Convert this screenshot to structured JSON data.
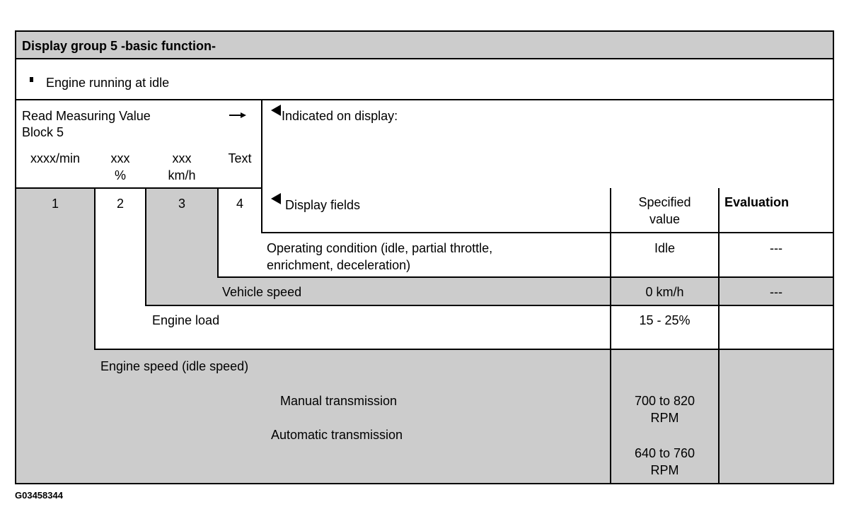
{
  "header": {
    "title": "Display group 5 -basic function-"
  },
  "condition": {
    "text": "Engine running at idle"
  },
  "measuring": {
    "title_line1": "Read Measuring Value",
    "title_line2": "Block 5",
    "arrow": "arrow-right-icon",
    "columns": [
      {
        "unit_line1": "xxxx/min",
        "unit_line2": "",
        "number": "1"
      },
      {
        "unit_line1": "xxx",
        "unit_line2": "%",
        "number": "2"
      },
      {
        "unit_line1": "xxx",
        "unit_line2": "km/h",
        "number": "3"
      },
      {
        "unit_line1": "Text",
        "unit_line2": "",
        "number": "4"
      }
    ]
  },
  "display": {
    "indicated_label": "Indicated on display:",
    "fields_label": "Display fields",
    "specified_line1": "Specified",
    "specified_line2": "value",
    "evaluation_label": "Evaluation"
  },
  "rows": [
    {
      "field_line1": "Operating condition (idle, partial throttle,",
      "field_line2": "enrichment, deceleration)",
      "specified": "Idle",
      "evaluation": "---"
    },
    {
      "field": "Vehicle speed",
      "specified": "0 km/h",
      "evaluation": "---"
    },
    {
      "field": "Engine load",
      "specified": "15 - 25%",
      "evaluation": ""
    },
    {
      "field": "Engine speed (idle speed)",
      "sub1": "Manual transmission",
      "sub2": "Automatic transmission",
      "spec1_line1": "700 to 820",
      "spec1_line2": "RPM",
      "spec2_line1": "640 to 760",
      "spec2_line2": "RPM",
      "evaluation": ""
    }
  ],
  "colors": {
    "gray_fill": "#cccccc",
    "border": "#000000"
  },
  "footer": {
    "code": "G03458344"
  }
}
